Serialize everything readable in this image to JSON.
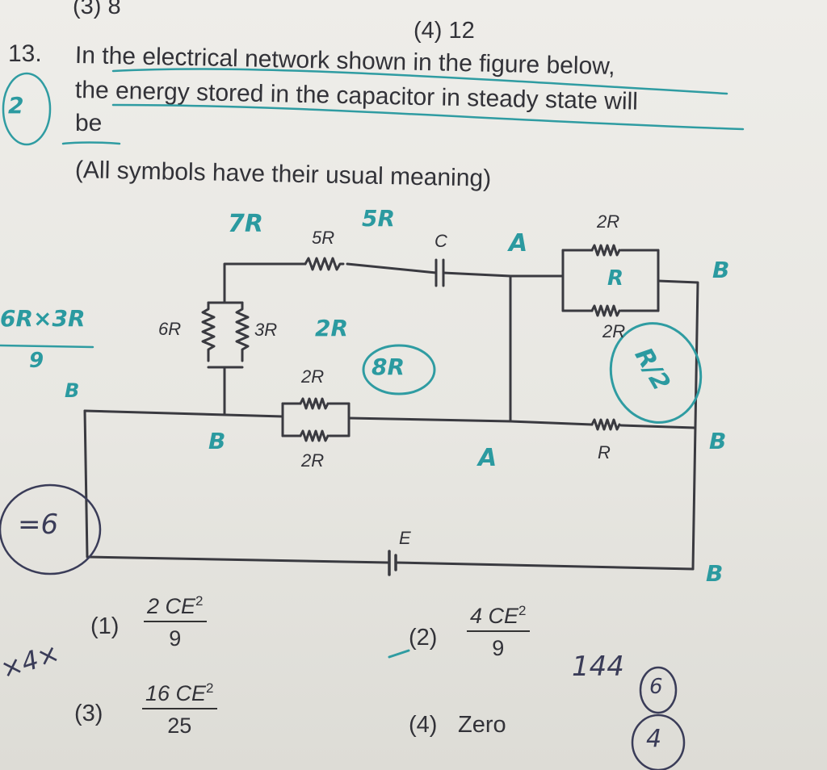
{
  "prev_options": {
    "o3": "(3)  8",
    "o4": "(4)  12"
  },
  "question": {
    "number": "13.",
    "line1": "In the electrical network shown in the figure below,",
    "line2": "the energy stored in the capacitor in steady state will",
    "line3": "be",
    "note": "(All symbols have their usual meaning)"
  },
  "figure_labels": {
    "r5": "5R",
    "c": "C",
    "r2_top": "2R",
    "r_mid": "R",
    "r2_low": "2R",
    "r6": "6R",
    "r3": "3R",
    "r2_center_top": "2R",
    "r2_center_bottom": "2R",
    "r_right": "R",
    "e": "E"
  },
  "options": [
    {
      "num": "(1)",
      "numerator": "2 CE",
      "power": "2",
      "denominator": "9"
    },
    {
      "num": "(2)",
      "numerator": "4 CE",
      "power": "2",
      "denominator": "9"
    },
    {
      "num": "(3)",
      "numerator": "16 CE",
      "power": "2",
      "denominator": "25"
    },
    {
      "num": "(4)",
      "text": "Zero"
    }
  ],
  "handwritten": {
    "q_mark": "2",
    "a1": "7R",
    "a2": "5R",
    "a3": "A",
    "a4": "B",
    "a5": "6R×3R",
    "a6": "9",
    "a7": "B",
    "a8": "2R",
    "a9": "8R",
    "a10": "R",
    "a11": "R/2",
    "a12": "B",
    "a13": "A",
    "a14": "B",
    "a15": "B",
    "a16": "=6",
    "a17": "×4×",
    "a18": "144",
    "a19": "6",
    "a20": "4"
  },
  "colors": {
    "ink": "#2f2f35",
    "teal_pen": "#2b9aa0",
    "blue_pen": "#3a3c58",
    "paper": "#eceae5"
  }
}
